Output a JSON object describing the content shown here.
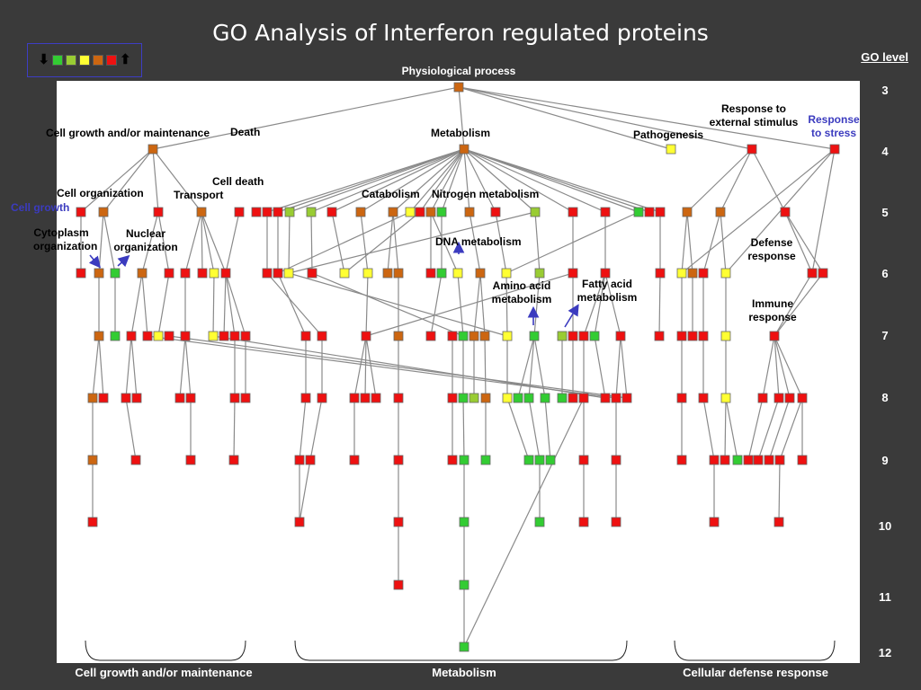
{
  "title": "GO Analysis of Interferon regulated proteins",
  "legend": {
    "down_arrow": "⬇",
    "up_arrow": "⬆",
    "swatches": [
      "#33cc33",
      "#99cc33",
      "#ffff33",
      "#cc6611",
      "#ee1111"
    ]
  },
  "go_level_title": "GO level",
  "levels": [
    "3",
    "4",
    "5",
    "6",
    "7",
    "8",
    "9",
    "10",
    "11",
    "12"
  ],
  "root_label": "Physiological process",
  "labels": {
    "cell_growth_maint": "Cell growth and/or maintenance",
    "death": "Death",
    "metabolism": "Metabolism",
    "pathogenesis": "Pathogenesis",
    "response_external_1": "Response to",
    "response_external_2": "external stimulus",
    "response_stress_1": "Response",
    "response_stress_2": "to stress",
    "cell_death": "Cell death",
    "cell_organization": "Cell organization",
    "transport": "Transport",
    "cell_growth": "Cell growth",
    "catabolism": "Catabolism",
    "nitrogen_metabolism": "Nitrogen metabolism",
    "cytoplasm_org_1": "Cytoplasm",
    "cytoplasm_org_2": "organization",
    "nuclear_org_1": "Nuclear",
    "nuclear_org_2": "organization",
    "dna_metabolism": "DNA metabolism",
    "defense_response_1": "Defense",
    "defense_response_2": "response",
    "amino_acid_1": "Amino acid",
    "amino_acid_2": "metabolism",
    "fatty_acid_1": "Fatty acid",
    "fatty_acid_2": "metabolism",
    "immune_response_1": "Immune",
    "immune_response_2": "response"
  },
  "bottom_labels": {
    "left": "Cell growth and/or maintenance",
    "middle": "Metabolism",
    "right": "Cellular defense response"
  },
  "colors": {
    "red": "#ee1111",
    "orange": "#cc6611",
    "yellow": "#ffff33",
    "lightgreen": "#99cc33",
    "green": "#33cc33",
    "edge": "#8a8a8a",
    "annotation": "#3b3bbf"
  }
}
